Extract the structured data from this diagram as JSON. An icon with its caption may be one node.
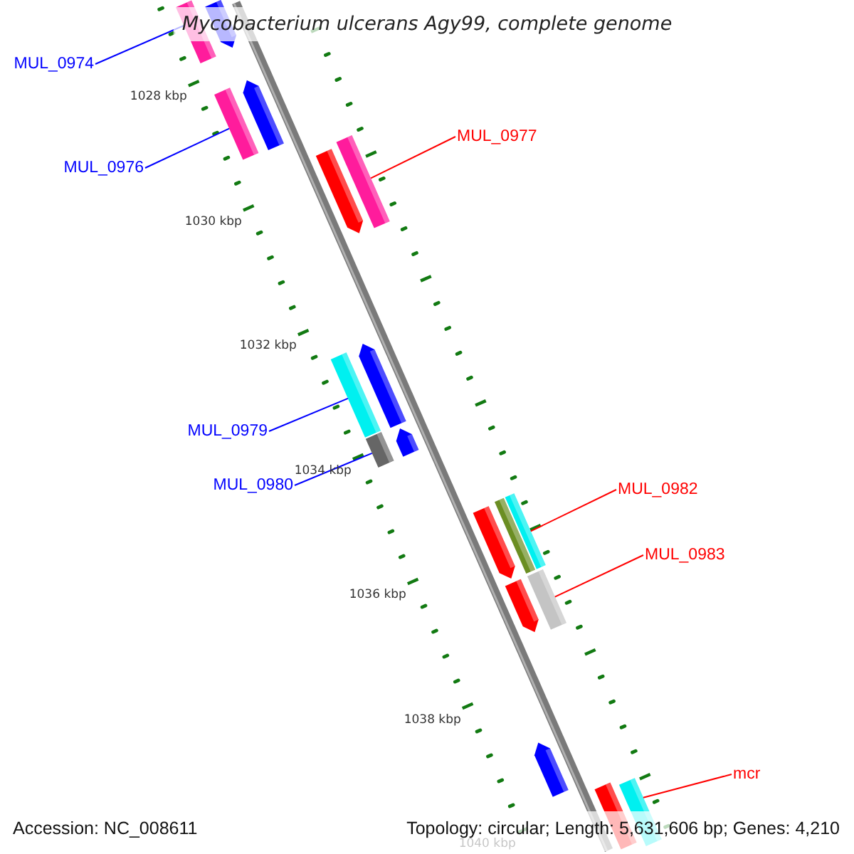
{
  "diagram": {
    "title": "Mycobacterium ulcerans Agy99, complete genome",
    "nodes": [
      {
        "text": [
          "MUL_0974"
        ]
      },
      {
        "text": [],
        "shape": "bar"
      },
      {
        "text": [
          "MUL_0976"
        ]
      },
      {
        "text": [],
        "shape": "bar"
      },
      {
        "text": [
          "MUL_0977"
        ]
      },
      {
        "text": [],
        "shape": "bar"
      },
      {
        "text": [
          "MUL_0979"
        ]
      },
      {
        "text": [],
        "shape": "bar"
      },
      {
        "text": [
          "MUL_0980"
        ]
      },
      {
        "text": [],
        "shape": "bar"
      },
      {
        "text": [
          "MUL_0982"
        ]
      },
      {
        "text": [],
        "shape": "bar"
      },
      {
        "text": [
          "MUL_0983"
        ]
      },
      {
        "text": [],
        "shape": "bar"
      },
      {
        "text": [
          "mcr"
        ]
      },
      {
        "text": [],
        "shape": "bar"
      }
    ],
    "edges": [
      {
        "from": 0,
        "to": 1,
        "arrow": "none",
        "color": "#0000ff"
      },
      {
        "from": 2,
        "to": 3,
        "arrow": "none",
        "color": "#0000ff"
      },
      {
        "from": 4,
        "to": 5,
        "arrow": "none",
        "color": "#ff0000"
      },
      {
        "from": 6,
        "to": 7,
        "arrow": "none",
        "color": "#0000ff"
      },
      {
        "from": 8,
        "to": 9,
        "arrow": "none",
        "color": "#0000ff"
      },
      {
        "from": 10,
        "to": 11,
        "arrow": "none",
        "color": "#ff0000"
      },
      {
        "from": 12,
        "to": 13,
        "arrow": "none",
        "color": "#ff0000"
      },
      {
        "from": 14,
        "to": 15,
        "arrow": "none",
        "color": "#ff0000"
      }
    ],
    "labels": [
      "1028 kbp",
      "1030 kbp",
      "1032 kbp",
      "1034 kbp",
      "1036 kbp",
      "1038 kbp",
      "1040 kbp",
      "Accession: NC_008611",
      "Topology: circular; Length: 5,631,606 bp; Genes: 4,210"
    ]
  }
}
